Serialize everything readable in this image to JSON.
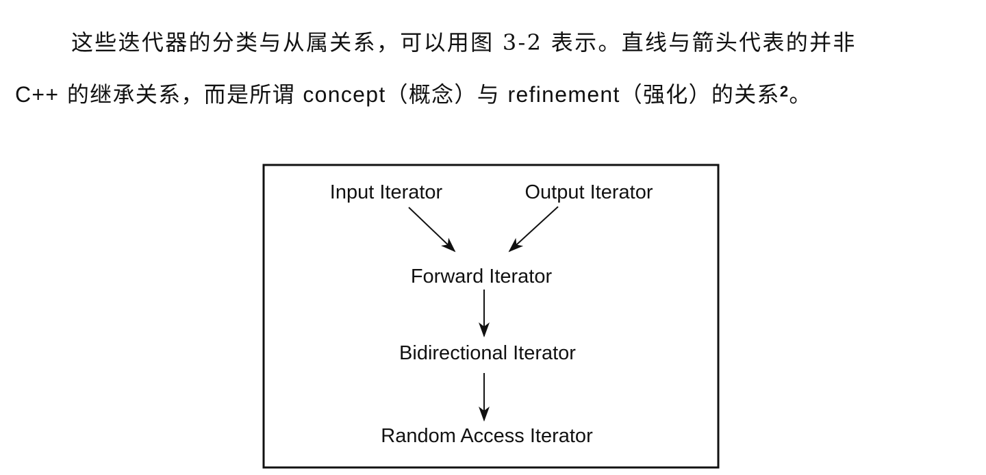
{
  "paragraph": {
    "line1": "这些迭代器的分类与从属关系，可以用图 3-2 表示。直线与箭头代表的并非",
    "line2_prefix": "C++",
    "line2_middle_1": " 的继承关系，而是所谓 ",
    "term_concept": "concept",
    "concept_gloss": "（概念）与 ",
    "term_refinement": "refinement",
    "refinement_gloss": "（强化）的关系",
    "footnote_ref": "2",
    "end_punct": "。"
  },
  "diagram": {
    "nodes": {
      "input": "Input Iterator",
      "output": "Output Iterator",
      "forward": "Forward Iterator",
      "bidirectional": "Bidirectional Iterator",
      "random_access": "Random Access Iterator"
    }
  }
}
